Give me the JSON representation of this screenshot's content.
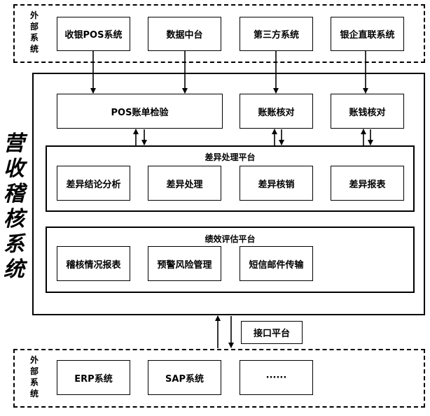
{
  "external_top": {
    "label": "外部系统",
    "boxes": [
      "收银POS系统",
      "数据中台",
      "第三方系统",
      "银企直联系统"
    ]
  },
  "main": {
    "side_title": "营收稽核系统",
    "checks": [
      "POS账单检验",
      "账账核对",
      "账钱核对"
    ],
    "diff_platform": {
      "title": "差异处理平台",
      "items": [
        "差异结论分析",
        "差异处理",
        "差异核销",
        "差异报表"
      ]
    },
    "perf_platform": {
      "title": "绩效评估平台",
      "items": [
        "稽核情况报表",
        "预警风险管理",
        "短信邮件传输"
      ]
    }
  },
  "interface_label": "接口平台",
  "external_bottom": {
    "label": "外部系统",
    "boxes": [
      "ERP系统",
      "SAP系统",
      "······"
    ]
  }
}
